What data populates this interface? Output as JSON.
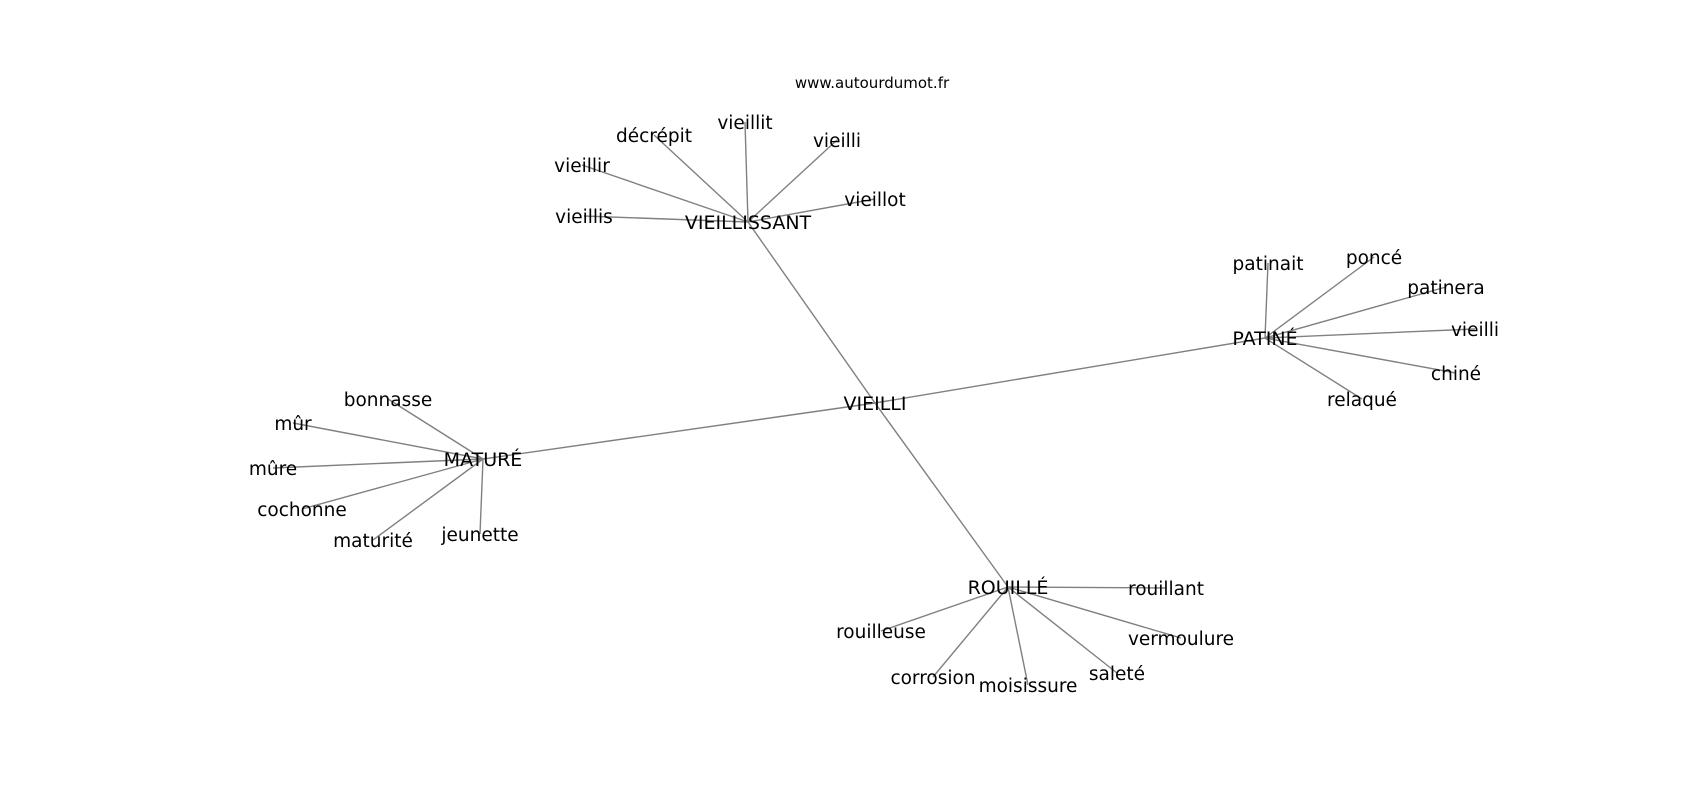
{
  "source": "www.autourdumot.fr",
  "center": "VIEILLI",
  "groups": [
    {
      "hub": "VIEILLISSANT",
      "words": [
        "vieillit",
        "vieilli",
        "décrépit",
        "vieillir",
        "vieillot",
        "vieillis"
      ]
    },
    {
      "hub": "PATINÉ",
      "words": [
        "patinait",
        "poncé",
        "patinera",
        "vieilli",
        "chiné",
        "relaqué"
      ]
    },
    {
      "hub": "MATURÉ",
      "words": [
        "bonnasse",
        "mûr",
        "mûre",
        "cochonne",
        "maturité",
        "jeunette"
      ]
    },
    {
      "hub": "ROUILLÉ",
      "words": [
        "rouillant",
        "rouilleuse",
        "vermoulure",
        "corrosion",
        "moisissure",
        "saleté"
      ]
    }
  ],
  "colors": {
    "edge": "#808080",
    "text": "#000000",
    "background": "#ffffff"
  }
}
